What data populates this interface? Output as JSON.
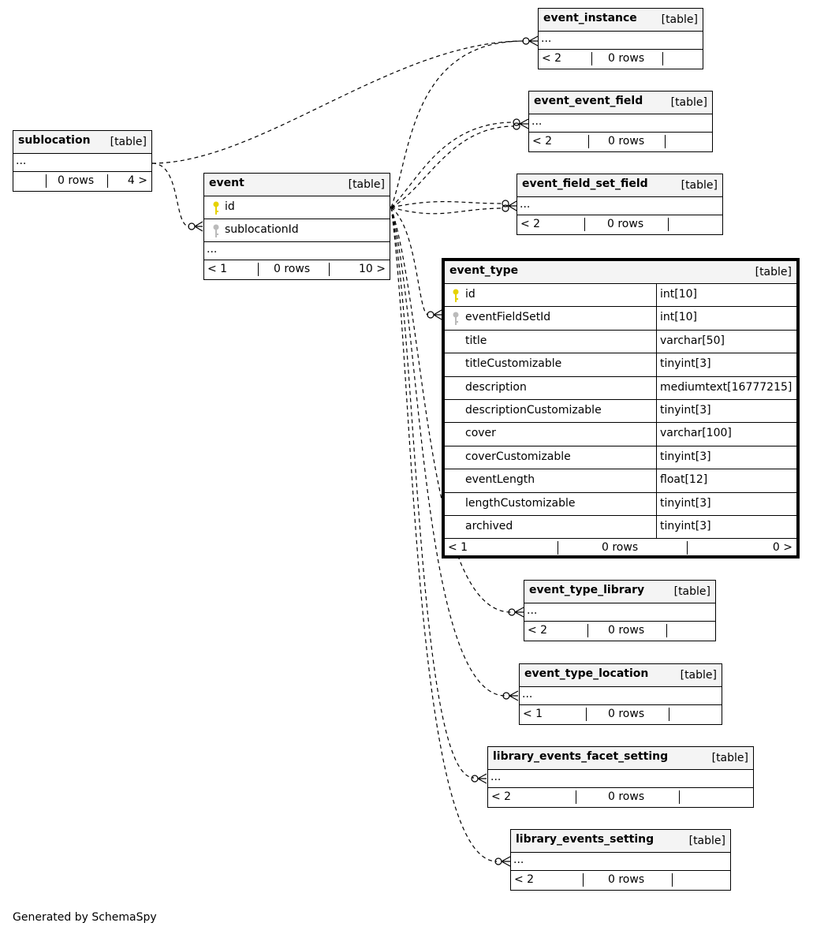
{
  "kind_label": "[table]",
  "dots": "...",
  "footer": "Generated by SchemaSpy",
  "colors": {
    "pk_key": "#e6d200",
    "fk_key": "#bbbbbb",
    "header_bg": "#f4f4f4",
    "line": "#000000"
  },
  "tables": {
    "sublocation": {
      "name": "sublocation",
      "footer": [
        "",
        "0 rows",
        "4 >"
      ]
    },
    "event": {
      "name": "event",
      "columns": [
        {
          "name": "id",
          "icon": "primary-key-icon"
        },
        {
          "name": "sublocationId",
          "icon": "foreign-key-icon"
        }
      ],
      "footer": [
        "< 1",
        "0 rows",
        "10 >"
      ]
    },
    "event_instance": {
      "name": "event_instance",
      "footer": [
        "< 2",
        "0 rows",
        ""
      ]
    },
    "event_event_field": {
      "name": "event_event_field",
      "footer": [
        "< 2",
        "0 rows",
        ""
      ]
    },
    "event_field_set_field": {
      "name": "event_field_set_field",
      "footer": [
        "< 2",
        "0 rows",
        ""
      ]
    },
    "event_type": {
      "name": "event_type",
      "columns": [
        {
          "name": "id",
          "type": "int[10]",
          "icon": "primary-key-icon"
        },
        {
          "name": "eventFieldSetId",
          "type": "int[10]",
          "icon": "foreign-key-icon"
        },
        {
          "name": "title",
          "type": "varchar[50]"
        },
        {
          "name": "titleCustomizable",
          "type": "tinyint[3]"
        },
        {
          "name": "description",
          "type": "mediumtext[16777215]"
        },
        {
          "name": "descriptionCustomizable",
          "type": "tinyint[3]"
        },
        {
          "name": "cover",
          "type": "varchar[100]"
        },
        {
          "name": "coverCustomizable",
          "type": "tinyint[3]"
        },
        {
          "name": "eventLength",
          "type": "float[12]"
        },
        {
          "name": "lengthCustomizable",
          "type": "tinyint[3]"
        },
        {
          "name": "archived",
          "type": "tinyint[3]"
        }
      ],
      "footer": [
        "< 1",
        "0 rows",
        "0 >"
      ]
    },
    "event_type_library": {
      "name": "event_type_library",
      "footer": [
        "< 2",
        "0 rows",
        ""
      ]
    },
    "event_type_location": {
      "name": "event_type_location",
      "footer": [
        "< 1",
        "0 rows",
        ""
      ]
    },
    "library_events_facet_setting": {
      "name": "library_events_facet_setting",
      "footer": [
        "< 2",
        "0 rows",
        ""
      ]
    },
    "library_events_setting": {
      "name": "library_events_setting",
      "footer": [
        "< 2",
        "0 rows",
        ""
      ]
    }
  }
}
